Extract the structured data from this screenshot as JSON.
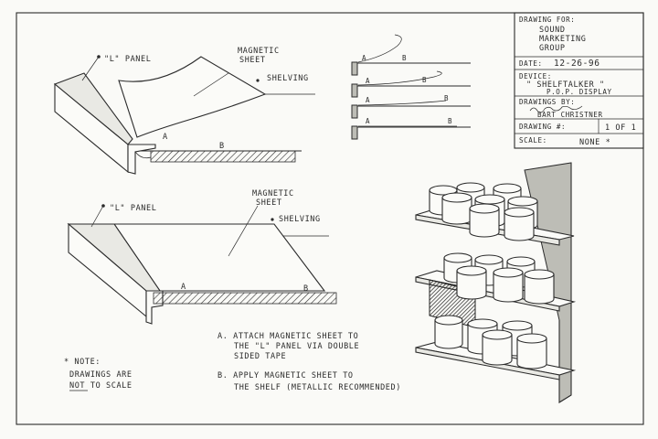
{
  "title_block": {
    "drawn_for_label": "DRAWING FOR:",
    "drawn_for_lines": [
      "SOUND",
      "MARKETING",
      "GROUP"
    ],
    "date_label": "DATE:",
    "date_value": "12-26-96",
    "device_label": "DEVICE:",
    "device_lines": [
      "\" SHELFTALKER \"",
      "P.O.P. DISPLAY"
    ],
    "drawings_by_label": "DRAWINGS BY:",
    "drawings_by_name": "BART CHRISTNER",
    "drawing_no_label": "DRAWING #:",
    "drawing_no_value": "1 OF 1",
    "scale_label": "SCALE:",
    "scale_value": "NONE *"
  },
  "top_left_figure": {
    "label_l_panel": "\"L\" PANEL",
    "label_magnetic_sheet": [
      "MAGNETIC",
      "SHEET"
    ],
    "label_shelving": "SHELVING",
    "label_a": "A",
    "label_b": "B"
  },
  "sequence_figure": {
    "labels_a": [
      "A",
      "A",
      "A",
      "A"
    ],
    "labels_b": [
      "B",
      "B",
      "B",
      "B"
    ]
  },
  "bottom_left_figure": {
    "label_l_panel": "\"L\" PANEL",
    "label_magnetic_sheet": [
      "MAGNETIC",
      "SHEET"
    ],
    "label_shelving": "SHELVING",
    "label_a": "A",
    "label_b": "B"
  },
  "instructions": {
    "step_a": [
      "A. ATTACH MAGNETIC SHEET TO",
      "THE \"L\" PANEL VIA DOUBLE",
      "SIDED TAPE"
    ],
    "step_b": [
      "B. APPLY MAGNETIC SHEET TO",
      "THE SHELF (METALLIC RECOMMENDED)"
    ]
  },
  "note": {
    "heading": "* NOTE:",
    "line1": "DRAWINGS ARE",
    "line2_underlined": "NOT",
    "line2_rest": " TO SCALE"
  }
}
